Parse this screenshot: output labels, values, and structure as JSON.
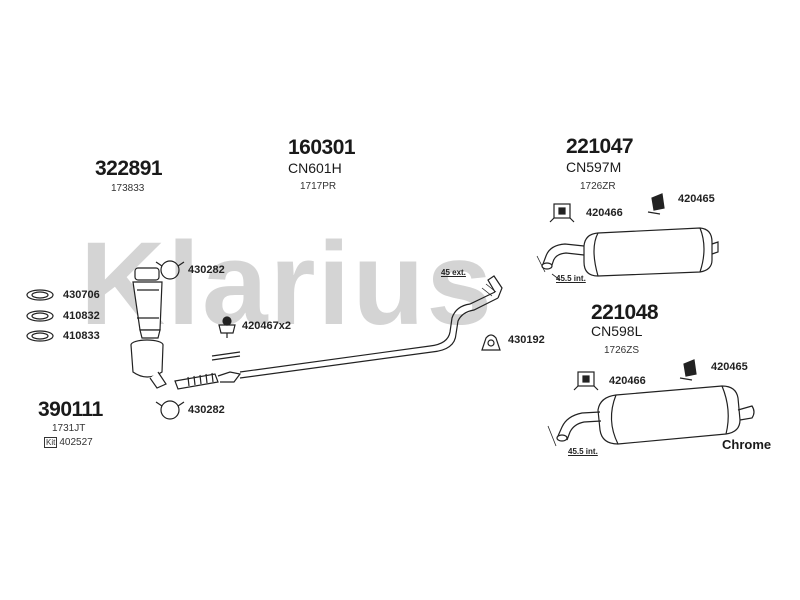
{
  "brand_watermark": "Klarius",
  "groups": {
    "g322891": {
      "part": "322891",
      "sub": "173833"
    },
    "g160301": {
      "part": "160301",
      "ref": "CN601H",
      "sub": "1717PR"
    },
    "g221047": {
      "part": "221047",
      "ref": "CN597M",
      "sub": "1726ZR"
    },
    "g221048": {
      "part": "221048",
      "ref": "CN598L",
      "sub": "1726ZS"
    },
    "g390111": {
      "part": "390111",
      "sub": "1731JT",
      "kit_tag": "Kit",
      "kit": "402527"
    }
  },
  "parts": {
    "gasket1": "430706",
    "gasket2": "410832",
    "gasket3": "410833",
    "clamp_top": "430282",
    "clamp_bottom": "430282",
    "rubber_mount_mid": "420467x2",
    "hanger_mid": "430192",
    "top_bracket": "420466",
    "top_hanger": "420465",
    "bottom_bracket": "420466",
    "bottom_hanger": "420465"
  },
  "dimensions": {
    "ext": "45 ext.",
    "int_top": "45.5 int.",
    "int_bottom": "45.5 int."
  },
  "finish": "Chrome"
}
